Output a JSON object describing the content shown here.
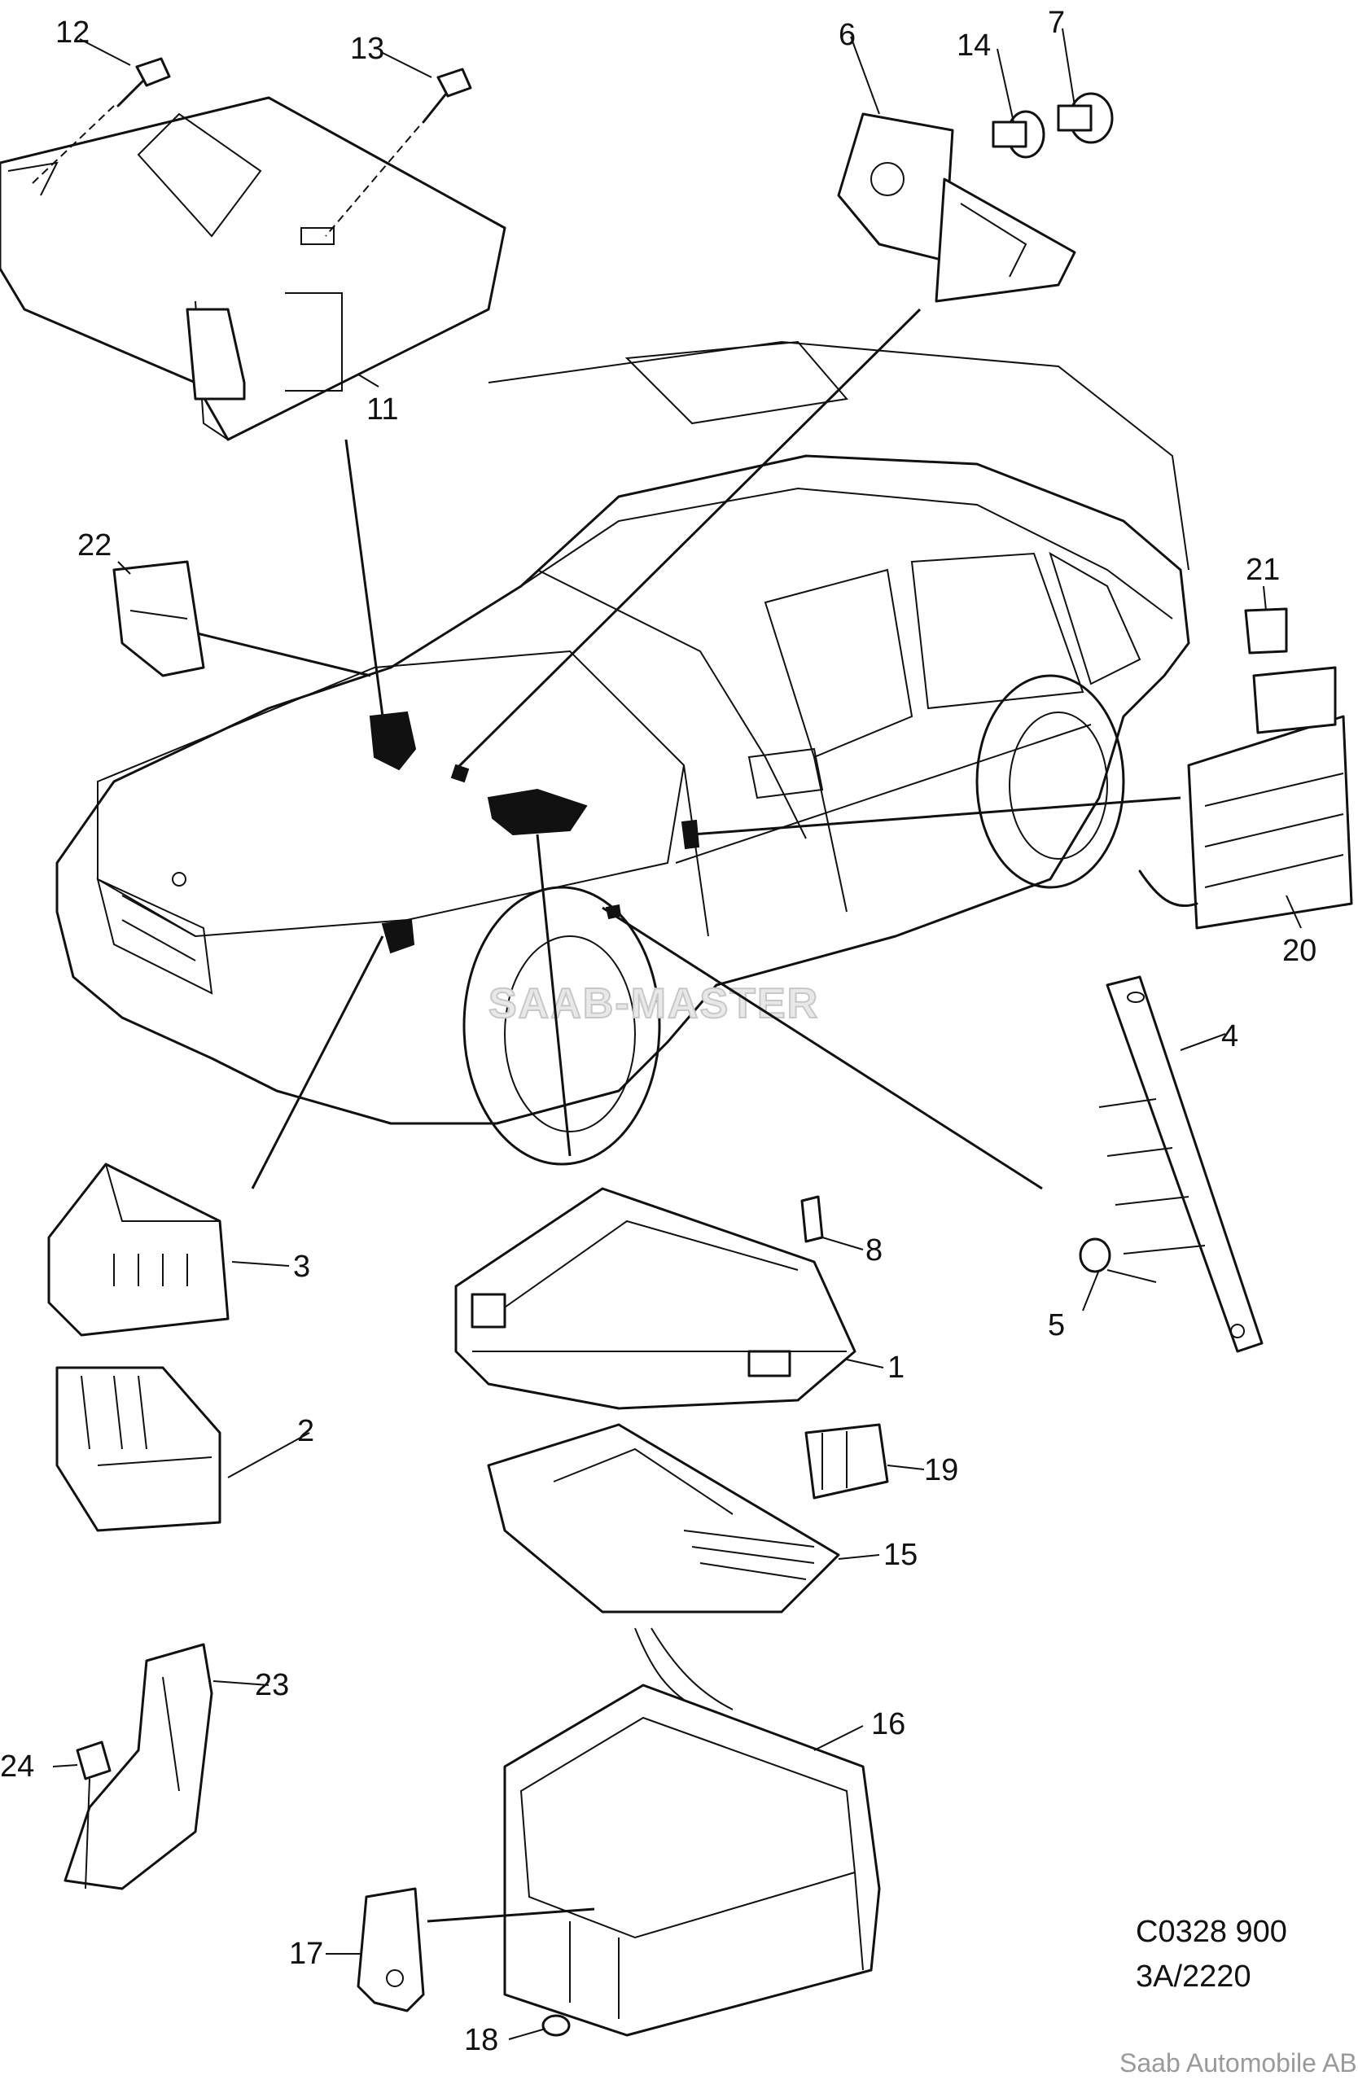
{
  "diagram": {
    "watermark": "SAAB-MASTER",
    "drawing_code": "C0328 900",
    "drawing_ref": "3A/2220",
    "copyright": "Saab Automobile AB"
  },
  "callouts": {
    "c1": "1",
    "c2": "2",
    "c3": "3",
    "c4": "4",
    "c5": "5",
    "c6": "6",
    "c7": "7",
    "c8": "8",
    "c11": "11",
    "c12": "12",
    "c13": "13",
    "c14": "14",
    "c15": "15",
    "c16": "16",
    "c17": "17",
    "c18": "18",
    "c19": "19",
    "c20": "20",
    "c21": "21",
    "c22": "22",
    "c23": "23",
    "c24": "24"
  }
}
